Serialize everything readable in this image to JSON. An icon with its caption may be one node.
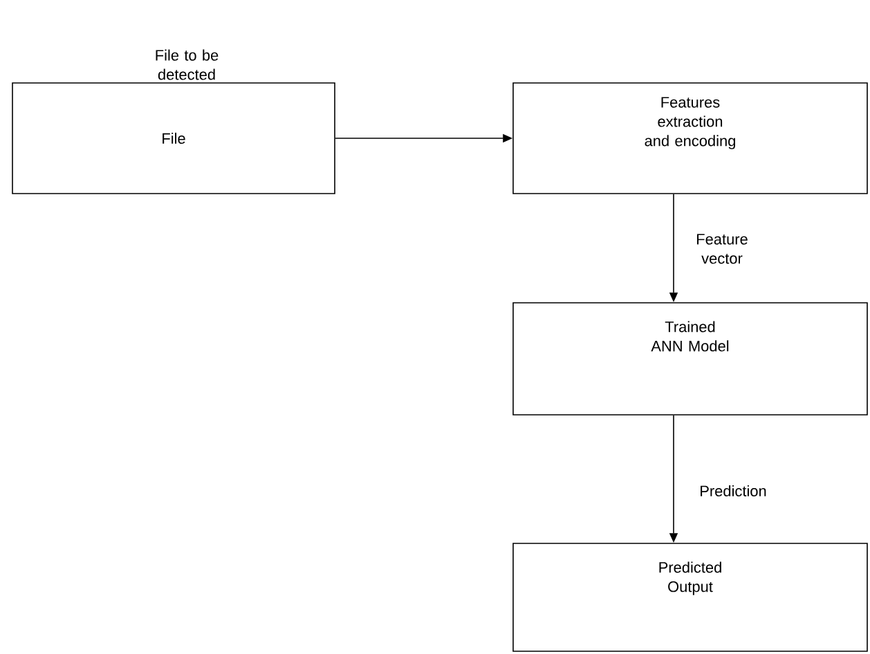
{
  "diagram": {
    "nodes": [
      {
        "text": [
          "File to be detected",
          "File"
        ]
      },
      {
        "text": [
          "Features extraction and encoding"
        ]
      },
      {
        "text": [
          "Trained ANN Model"
        ]
      },
      {
        "text": [
          "Predicted Output"
        ]
      }
    ],
    "edges": [
      {
        "from": 0,
        "to": 1,
        "arrow": "to"
      },
      {
        "from": 1,
        "to": 2,
        "arrow": "to",
        "label": "Feature vector"
      },
      {
        "from": 2,
        "to": 3,
        "arrow": "to",
        "label": "Prediction"
      }
    ]
  }
}
